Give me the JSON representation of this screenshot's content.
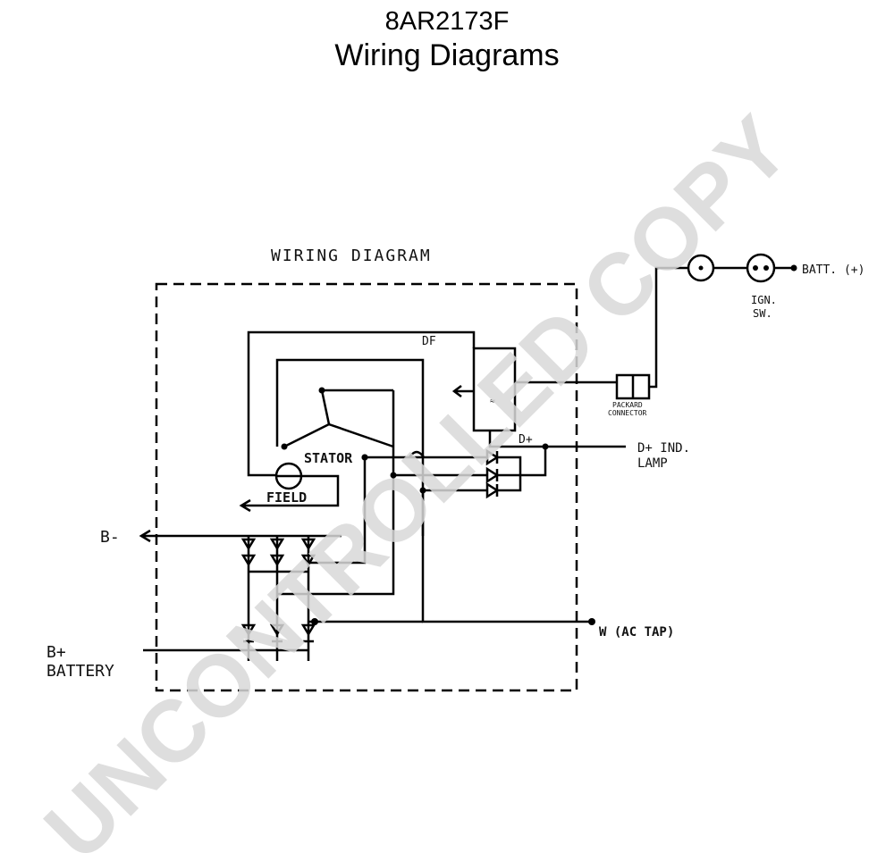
{
  "title": {
    "part_number": "8AR2173F",
    "subtitle": "Wiring Diagrams"
  },
  "diagram": {
    "heading": "WIRING DIAGRAM",
    "labels": {
      "df": "DF",
      "d_plus": "D+",
      "stator": "STATOR",
      "field": "FIELD",
      "b_minus": "B-",
      "b_plus": "B+",
      "battery": "BATTERY",
      "w_ac_tap": "W (AC TAP)",
      "d_plus_ind": "D+ IND.",
      "lamp": "LAMP",
      "packard_1": "PACKARD",
      "packard_2": "CONNECTOR",
      "batt_plus": "BATT. (+)",
      "ign_1": "IGN.",
      "ign_2": "SW."
    }
  },
  "watermark": "UNCONTROLLED COPY",
  "colors": {
    "line": "#000000",
    "watermark": "#d9d9d9"
  }
}
